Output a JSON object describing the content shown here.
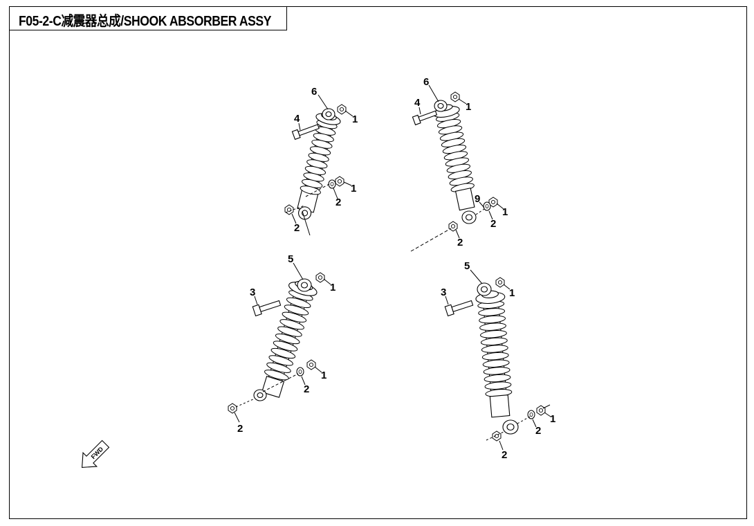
{
  "title": "F05-2-C减震器总成/SHOOK ABSORBER ASSY",
  "fwd_label": "FWD",
  "callouts": {
    "a1": "6",
    "a2": "4",
    "a3": "1",
    "a4": "1",
    "a5": "2",
    "a6": "2",
    "b1": "6",
    "b2": "4",
    "b3": "1",
    "b4": "9",
    "b5": "1",
    "b6": "2",
    "b7": "2",
    "c1": "5",
    "c2": "3",
    "c3": "1",
    "c4": "1",
    "c5": "2",
    "c6": "2",
    "d1": "5",
    "d2": "3",
    "d3": "1",
    "d4": "1",
    "d5": "2",
    "d6": "2"
  }
}
